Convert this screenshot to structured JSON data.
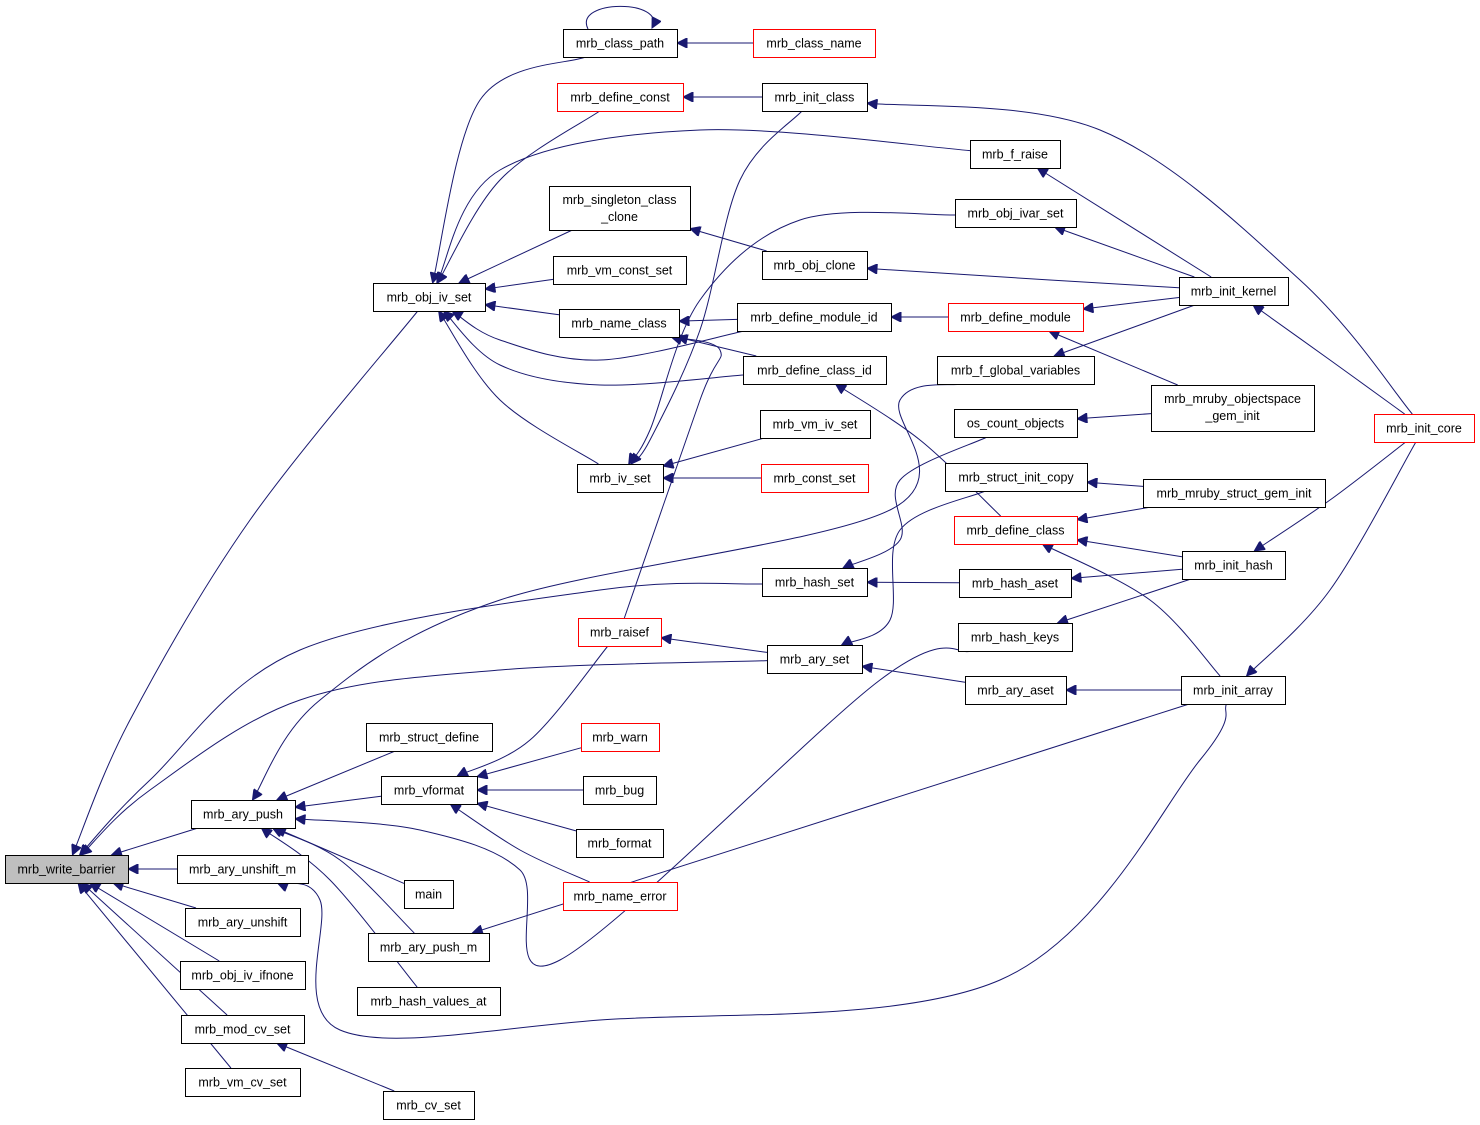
{
  "diagram": {
    "nodes": [
      {
        "id": "write_barrier",
        "label": "mrb_write_barrier",
        "style": "root"
      },
      {
        "id": "ary_push",
        "label": "mrb_ary_push",
        "style": "normal"
      },
      {
        "id": "ary_unshift_m",
        "label": "mrb_ary_unshift_m",
        "style": "normal"
      },
      {
        "id": "ary_unshift",
        "label": "mrb_ary_unshift",
        "style": "normal"
      },
      {
        "id": "obj_iv_ifnone",
        "label": "mrb_obj_iv_ifnone",
        "style": "normal"
      },
      {
        "id": "mod_cv_set",
        "label": "mrb_mod_cv_set",
        "style": "normal"
      },
      {
        "id": "vm_cv_set",
        "label": "mrb_vm_cv_set",
        "style": "normal"
      },
      {
        "id": "cv_set",
        "label": "mrb_cv_set",
        "style": "normal"
      },
      {
        "id": "obj_iv_set",
        "label": "mrb_obj_iv_set",
        "style": "normal"
      },
      {
        "id": "struct_define",
        "label": "mrb_struct_define",
        "style": "normal"
      },
      {
        "id": "vformat",
        "label": "mrb_vformat",
        "style": "normal"
      },
      {
        "id": "main",
        "label": "main",
        "style": "normal"
      },
      {
        "id": "ary_push_m",
        "label": "mrb_ary_push_m",
        "style": "normal"
      },
      {
        "id": "hash_values_at",
        "label": "mrb_hash_values_at",
        "style": "normal"
      },
      {
        "id": "class_path",
        "label": "mrb_class_path",
        "style": "normal"
      },
      {
        "id": "define_const",
        "label": "mrb_define_const",
        "style": "truncated"
      },
      {
        "id": "singleton_class_clone",
        "label": "mrb_singleton_class",
        "label2": "_clone",
        "style": "normal"
      },
      {
        "id": "vm_const_set",
        "label": "mrb_vm_const_set",
        "style": "normal"
      },
      {
        "id": "name_class",
        "label": "mrb_name_class",
        "style": "normal"
      },
      {
        "id": "iv_set",
        "label": "mrb_iv_set",
        "style": "normal"
      },
      {
        "id": "raisef",
        "label": "mrb_raisef",
        "style": "truncated"
      },
      {
        "id": "warn",
        "label": "mrb_warn",
        "style": "truncated"
      },
      {
        "id": "bug",
        "label": "mrb_bug",
        "style": "normal"
      },
      {
        "id": "format",
        "label": "mrb_format",
        "style": "normal"
      },
      {
        "id": "name_error",
        "label": "mrb_name_error",
        "style": "truncated"
      },
      {
        "id": "class_name",
        "label": "mrb_class_name",
        "style": "truncated"
      },
      {
        "id": "init_class",
        "label": "mrb_init_class",
        "style": "normal"
      },
      {
        "id": "obj_clone",
        "label": "mrb_obj_clone",
        "style": "normal"
      },
      {
        "id": "define_module_id",
        "label": "mrb_define_module_id",
        "style": "normal"
      },
      {
        "id": "define_class_id",
        "label": "mrb_define_class_id",
        "style": "normal"
      },
      {
        "id": "vm_iv_set",
        "label": "mrb_vm_iv_set",
        "style": "normal"
      },
      {
        "id": "const_set",
        "label": "mrb_const_set",
        "style": "truncated"
      },
      {
        "id": "hash_set",
        "label": "mrb_hash_set",
        "style": "normal"
      },
      {
        "id": "ary_set",
        "label": "mrb_ary_set",
        "style": "normal"
      },
      {
        "id": "f_raise",
        "label": "mrb_f_raise",
        "style": "normal"
      },
      {
        "id": "obj_ivar_set",
        "label": "mrb_obj_ivar_set",
        "style": "normal"
      },
      {
        "id": "define_module",
        "label": "mrb_define_module",
        "style": "truncated"
      },
      {
        "id": "f_global_variables",
        "label": "mrb_f_global_variables",
        "style": "normal"
      },
      {
        "id": "os_count_objects",
        "label": "os_count_objects",
        "style": "normal"
      },
      {
        "id": "struct_init_copy",
        "label": "mrb_struct_init_copy",
        "style": "normal"
      },
      {
        "id": "define_class",
        "label": "mrb_define_class",
        "style": "truncated"
      },
      {
        "id": "hash_aset",
        "label": "mrb_hash_aset",
        "style": "normal"
      },
      {
        "id": "hash_keys",
        "label": "mrb_hash_keys",
        "style": "normal"
      },
      {
        "id": "ary_aset",
        "label": "mrb_ary_aset",
        "style": "normal"
      },
      {
        "id": "init_kernel",
        "label": "mrb_init_kernel",
        "style": "normal"
      },
      {
        "id": "objectspace_gem_init",
        "label": "mrb_mruby_objectspace",
        "label2": "_gem_init",
        "style": "normal"
      },
      {
        "id": "struct_gem_init",
        "label": "mrb_mruby_struct_gem_init",
        "style": "normal"
      },
      {
        "id": "init_hash",
        "label": "mrb_init_hash",
        "style": "normal"
      },
      {
        "id": "init_array",
        "label": "mrb_init_array",
        "style": "normal"
      },
      {
        "id": "init_core",
        "label": "mrb_init_core",
        "style": "truncated"
      }
    ],
    "edges": [
      [
        "ary_push",
        "write_barrier"
      ],
      [
        "ary_unshift_m",
        "write_barrier"
      ],
      [
        "ary_unshift",
        "write_barrier"
      ],
      [
        "obj_iv_ifnone",
        "write_barrier"
      ],
      [
        "mod_cv_set",
        "write_barrier"
      ],
      [
        "vm_cv_set",
        "write_barrier"
      ],
      [
        "obj_iv_set",
        "write_barrier"
      ],
      [
        "hash_set",
        "write_barrier"
      ],
      [
        "ary_set",
        "write_barrier"
      ],
      [
        "f_global_variables",
        "ary_push"
      ],
      [
        "struct_define",
        "ary_push"
      ],
      [
        "vformat",
        "ary_push"
      ],
      [
        "main",
        "ary_push"
      ],
      [
        "ary_push_m",
        "ary_push"
      ],
      [
        "hash_values_at",
        "ary_push"
      ],
      [
        "hash_keys",
        "ary_push"
      ],
      [
        "init_array",
        "ary_unshift_m"
      ],
      [
        "cv_set",
        "mod_cv_set"
      ],
      [
        "class_path",
        "obj_iv_set"
      ],
      [
        "define_const",
        "obj_iv_set"
      ],
      [
        "singleton_class_clone",
        "obj_iv_set"
      ],
      [
        "vm_const_set",
        "obj_iv_set"
      ],
      [
        "name_class",
        "obj_iv_set"
      ],
      [
        "iv_set",
        "obj_iv_set"
      ],
      [
        "f_raise",
        "obj_iv_set"
      ],
      [
        "define_module_id",
        "obj_iv_set"
      ],
      [
        "define_class_id",
        "obj_iv_set"
      ],
      [
        "class_path",
        "class_path"
      ],
      [
        "class_name",
        "class_path"
      ],
      [
        "init_class",
        "define_const"
      ],
      [
        "obj_clone",
        "singleton_class_clone"
      ],
      [
        "define_module_id",
        "name_class"
      ],
      [
        "define_class_id",
        "name_class"
      ],
      [
        "raisef",
        "name_class"
      ],
      [
        "vm_iv_set",
        "iv_set"
      ],
      [
        "const_set",
        "iv_set"
      ],
      [
        "init_class",
        "iv_set"
      ],
      [
        "obj_ivar_set",
        "iv_set"
      ],
      [
        "raisef",
        "vformat"
      ],
      [
        "warn",
        "vformat"
      ],
      [
        "bug",
        "vformat"
      ],
      [
        "format",
        "vformat"
      ],
      [
        "name_error",
        "vformat"
      ],
      [
        "ary_set",
        "raisef"
      ],
      [
        "init_core",
        "init_class"
      ],
      [
        "init_kernel",
        "obj_clone"
      ],
      [
        "define_module",
        "define_module_id"
      ],
      [
        "define_class",
        "define_class_id"
      ],
      [
        "os_count_objects",
        "hash_set"
      ],
      [
        "hash_aset",
        "hash_set"
      ],
      [
        "struct_init_copy",
        "ary_set"
      ],
      [
        "ary_aset",
        "ary_set"
      ],
      [
        "init_kernel",
        "f_raise"
      ],
      [
        "init_kernel",
        "obj_ivar_set"
      ],
      [
        "init_kernel",
        "define_module"
      ],
      [
        "objectspace_gem_init",
        "define_module"
      ],
      [
        "init_kernel",
        "f_global_variables"
      ],
      [
        "objectspace_gem_init",
        "os_count_objects"
      ],
      [
        "struct_gem_init",
        "struct_init_copy"
      ],
      [
        "struct_gem_init",
        "define_class"
      ],
      [
        "init_hash",
        "define_class"
      ],
      [
        "init_array",
        "define_class"
      ],
      [
        "init_hash",
        "hash_aset"
      ],
      [
        "init_hash",
        "hash_keys"
      ],
      [
        "init_array",
        "ary_aset"
      ],
      [
        "init_array",
        "ary_push_m"
      ],
      [
        "init_core",
        "init_kernel"
      ],
      [
        "init_core",
        "init_hash"
      ],
      [
        "init_core",
        "init_array"
      ]
    ]
  },
  "colors": {
    "edge": "#191970",
    "node_border": "#000000",
    "truncated_border": "#ff0000",
    "root_fill": "#bfbfbf",
    "node_fill": "#ffffff"
  }
}
